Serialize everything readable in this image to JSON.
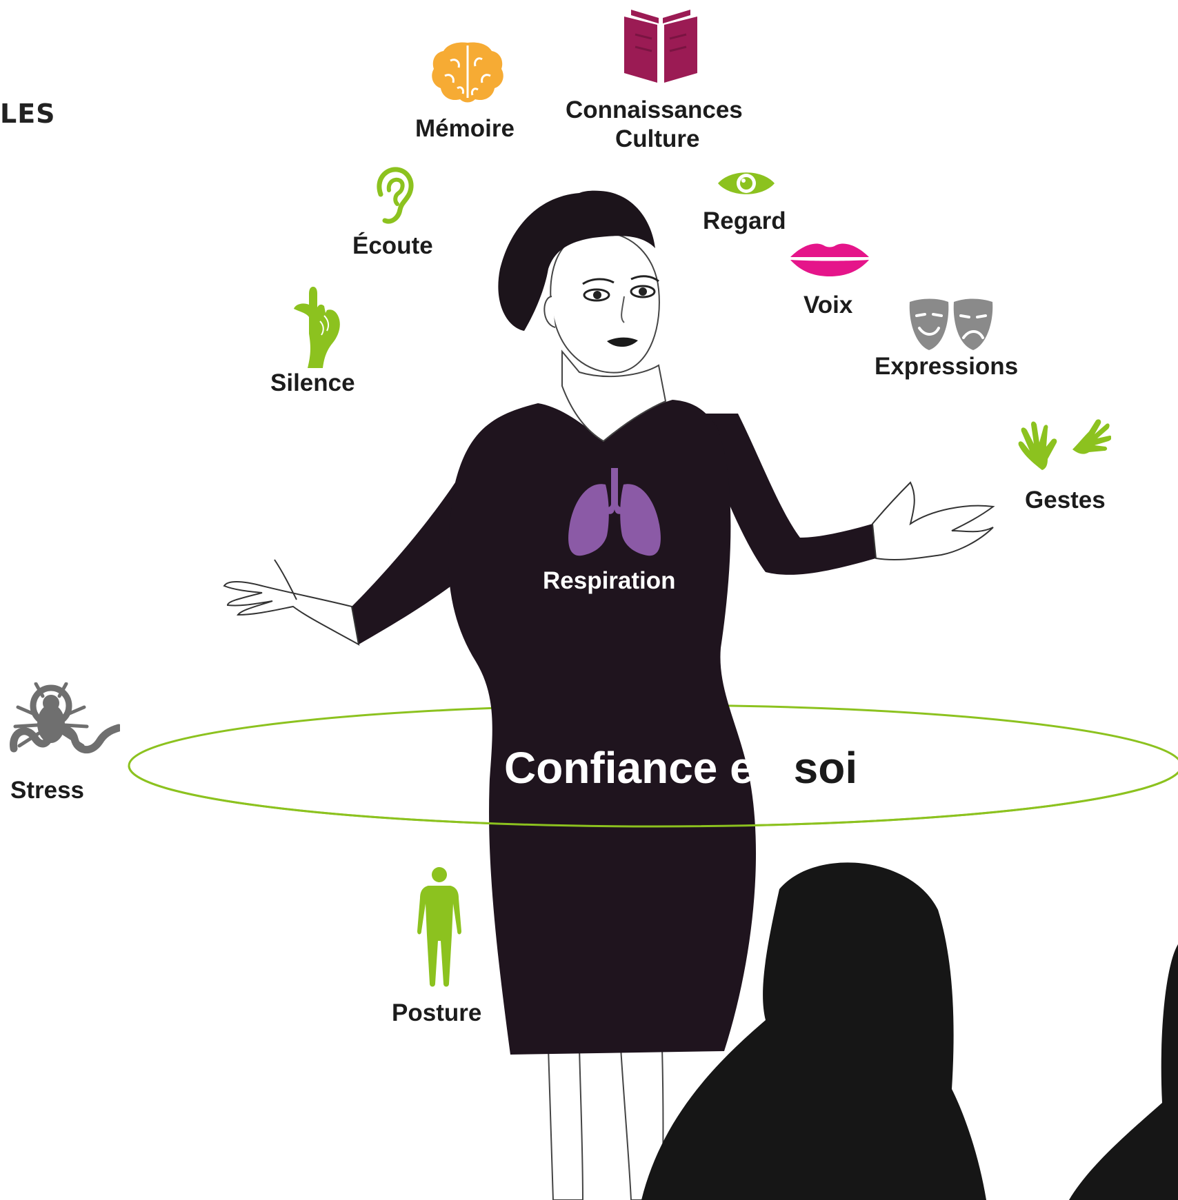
{
  "corner_text": "LES",
  "title": {
    "part_on_dress": "Confiance",
    "part_mixed": "en",
    "part_outside": "soi"
  },
  "labels": {
    "memoire": "Mémoire",
    "connaissances": "Connaissances",
    "culture": "Culture",
    "ecoute": "Écoute",
    "regard": "Regard",
    "voix": "Voix",
    "expressions": "Expressions",
    "silence": "Silence",
    "gestes": "Gestes",
    "respiration": "Respiration",
    "stress": "Stress",
    "posture": "Posture"
  },
  "colors": {
    "green": "#8cc21f",
    "orange": "#f6ab34",
    "book": "#9b1b54",
    "mouth": "#e5158a",
    "lungs": "#8b5aa6",
    "masks": "#8a8a8a",
    "dress": "#1f141e",
    "ellipse": "#8cc21f"
  },
  "icons": [
    "brain-icon",
    "book-icon",
    "ear-icon",
    "eye-icon",
    "lips-icon",
    "theater-masks-icon",
    "shush-hand-icon",
    "hands-icon",
    "lungs-icon",
    "spider-snake-icon",
    "human-body-icon"
  ]
}
